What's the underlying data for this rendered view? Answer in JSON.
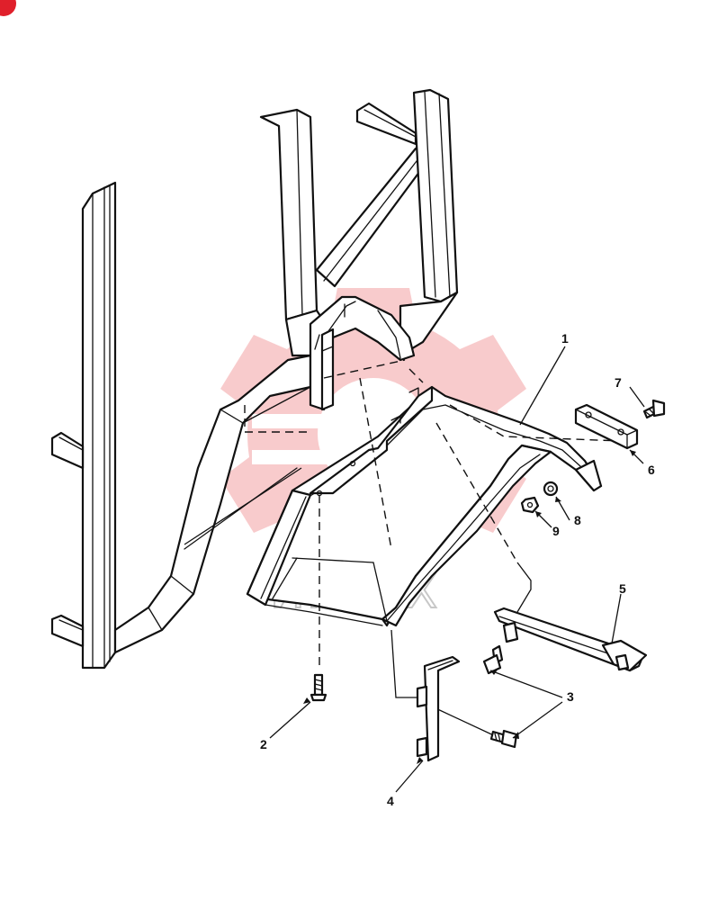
{
  "diagram": {
    "type": "exploded-parts-diagram",
    "callouts": [
      {
        "id": "1",
        "label": "1"
      },
      {
        "id": "2",
        "label": "2"
      },
      {
        "id": "3",
        "label": "3"
      },
      {
        "id": "4",
        "label": "4"
      },
      {
        "id": "5",
        "label": "5"
      },
      {
        "id": "6",
        "label": "6"
      },
      {
        "id": "7",
        "label": "7"
      },
      {
        "id": "8",
        "label": "8"
      },
      {
        "id": "9",
        "label": "9"
      }
    ],
    "watermark": {
      "text": "ИНТЕХ",
      "color": "#e8474a"
    },
    "corner_badge_color": "#e0202b",
    "line_color": "#111111"
  }
}
